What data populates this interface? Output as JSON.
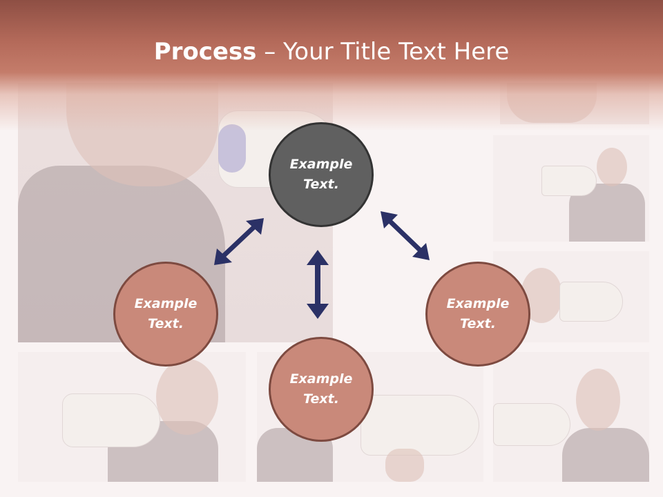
{
  "title": {
    "bold": "Process",
    "rest": " – Your Title Text Here"
  },
  "nodes": {
    "center": "Example\nText.",
    "left": "Example\nText.",
    "bottom": "Example\nText.",
    "right": "Example\nText."
  },
  "colors": {
    "header": "#b46a5a",
    "node_main_fill": "#606060",
    "node_main_border": "#333333",
    "node_sub_fill": "#c9897a",
    "node_sub_border": "#7d4a40",
    "arrow": "#2b3166"
  }
}
